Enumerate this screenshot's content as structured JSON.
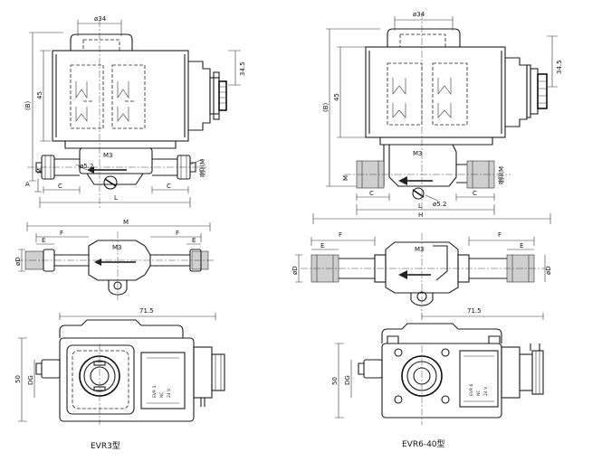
{
  "captions": {
    "left": "EVR3型",
    "right": "EVR6-40型"
  },
  "dims": {
    "phi34": "ø34",
    "h34_5": "34.5",
    "h45": "45",
    "B": "(B)",
    "A": "A",
    "M3": "M3",
    "phi52": "ø5.2",
    "C": "C",
    "L": "L",
    "H": "H",
    "F": "F",
    "E": "E",
    "phiD": "øD",
    "d71_5": "71.5",
    "d50": "50",
    "DG": "DG",
    "M": "M",
    "flare": "喇叭M"
  },
  "nameplate": {
    "left": [
      "EVR 3",
      "NC",
      "24 V"
    ],
    "right": [
      "EVR 6",
      "NC",
      "24 V"
    ]
  }
}
